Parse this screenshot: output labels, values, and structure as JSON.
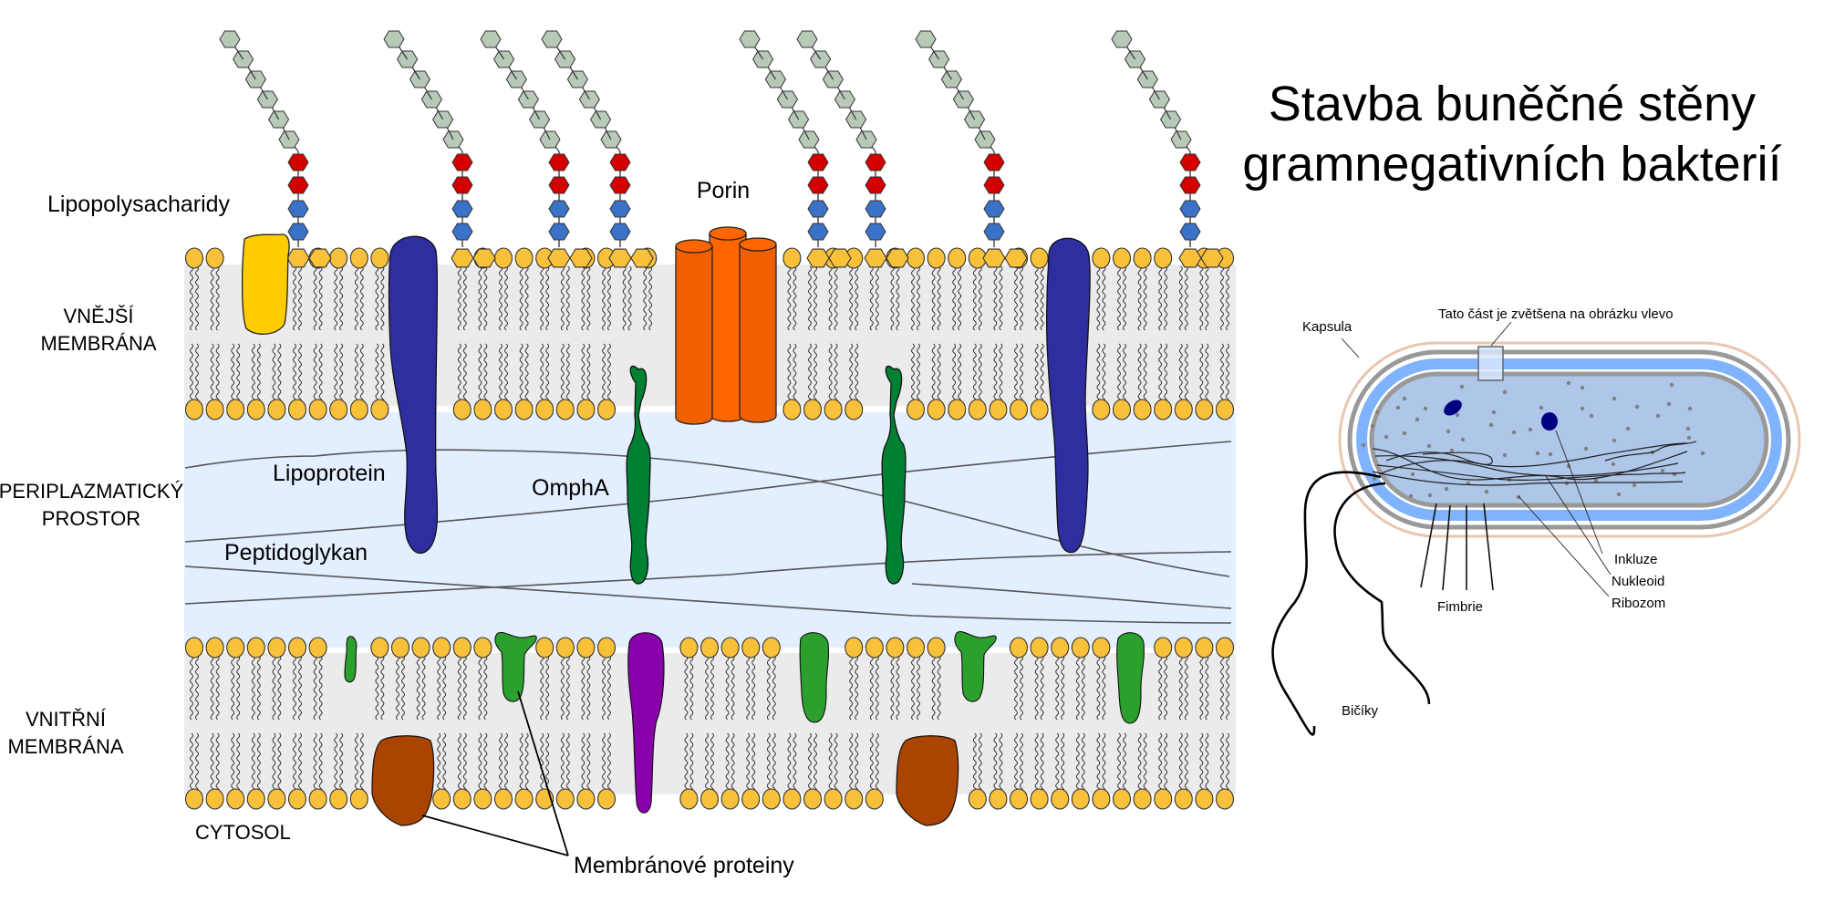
{
  "title": {
    "line1": "Stavba buněčné stěny",
    "line2": "gramnegativních bakterií"
  },
  "membrane_labels": {
    "lps": "Lipopolysacharidy",
    "porin": "Porin",
    "outer_membrane_1": "VNĚJŠÍ",
    "outer_membrane_2": "MEMBRÁNA",
    "periplasm_1": "PERIPLAZMATICKÝ",
    "periplasm_2": "PROSTOR",
    "lipoprotein": "Lipoprotein",
    "ompha": "OmphA",
    "peptidoglycan": "Peptidoglykan",
    "inner_membrane_1": "VNITŘNÍ",
    "inner_membrane_2": "MEMBRÁNA",
    "cytosol": "CYTOSOL",
    "membrane_proteins": "Membránové proteiny"
  },
  "bacterium_labels": {
    "zoom_note": "Tato část je zvětšena na obrázku vlevo",
    "capsule": "Kapsula",
    "inclusions": "Inkluze",
    "nucleoid": "Nukleoid",
    "ribosome": "Ribozom",
    "fimbriae": "Fimbrie",
    "flagella": "Bičíky"
  },
  "colors": {
    "lipid_head": "#f9c13a",
    "membrane_bg": "#ebebeb",
    "periplasm": "#e3eeff",
    "lps_core_grey": "#b8c9b8",
    "lps_red": "#d40000",
    "lps_blue": "#3a72c8",
    "yellow_protein": "#ffcc00",
    "lipoprotein": "#2e2ea0",
    "porin": "#ff6600",
    "ompha": "#008033",
    "membrane_protein_green": "#2ca02c",
    "membrane_protein_purple": "#8800aa",
    "membrane_protein_brown": "#aa4400",
    "capsule": "#e9c6b0",
    "wall_grey": "#999999",
    "periplasm_blue": "#80b3ff",
    "cytoplasm": "#aec6e8",
    "inclusion": "#000080"
  }
}
